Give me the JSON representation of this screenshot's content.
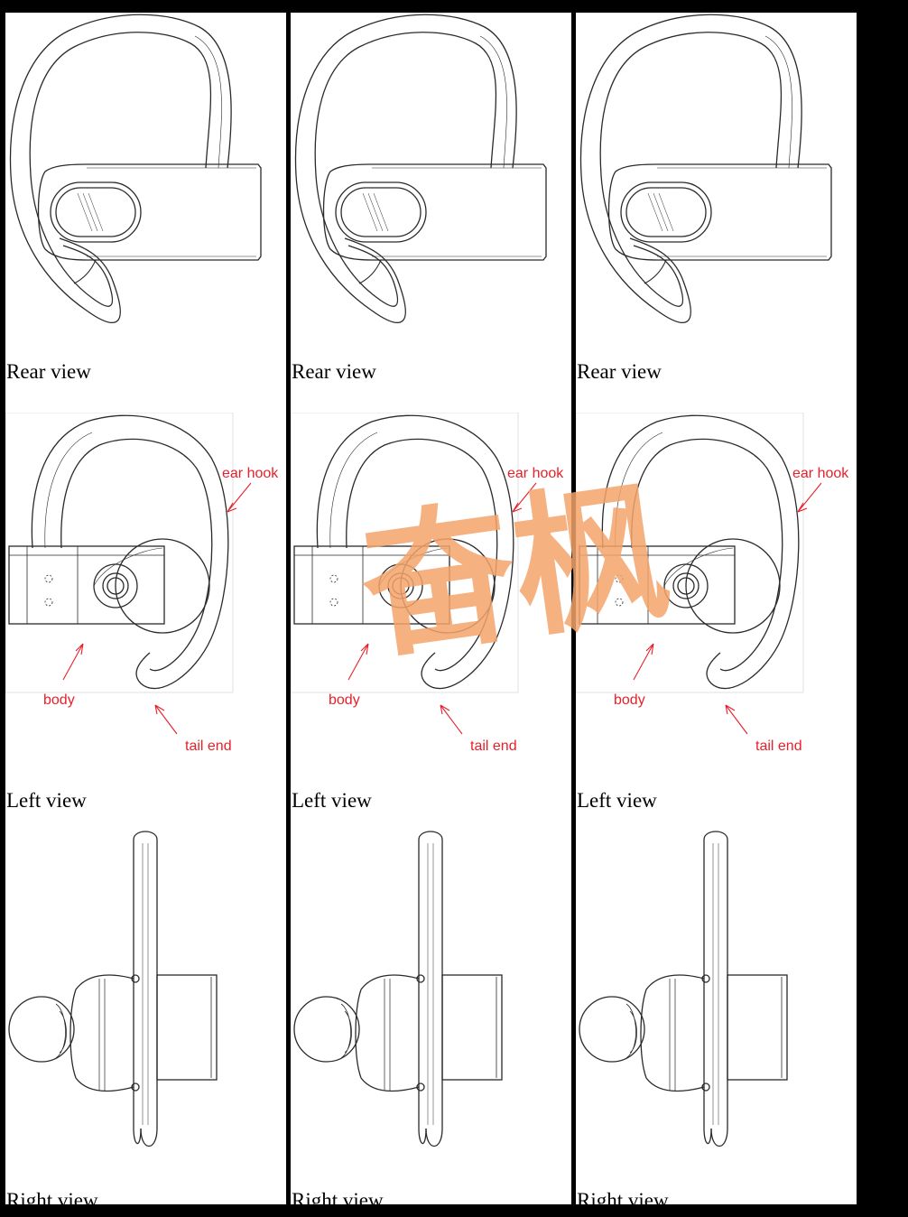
{
  "rows": [
    {
      "caption": "Rear view"
    },
    {
      "caption": "Left view",
      "callouts": {
        "ear_hook": "ear hook",
        "body": "body",
        "tail_end": "tail end"
      }
    },
    {
      "caption": "Right view"
    }
  ],
  "columns": 3,
  "colors": {
    "line": "#2a2a2a",
    "callout": "#e8202a",
    "frame": "#000000",
    "watermark": "#f5a46a"
  },
  "watermark_text": "奋枫"
}
